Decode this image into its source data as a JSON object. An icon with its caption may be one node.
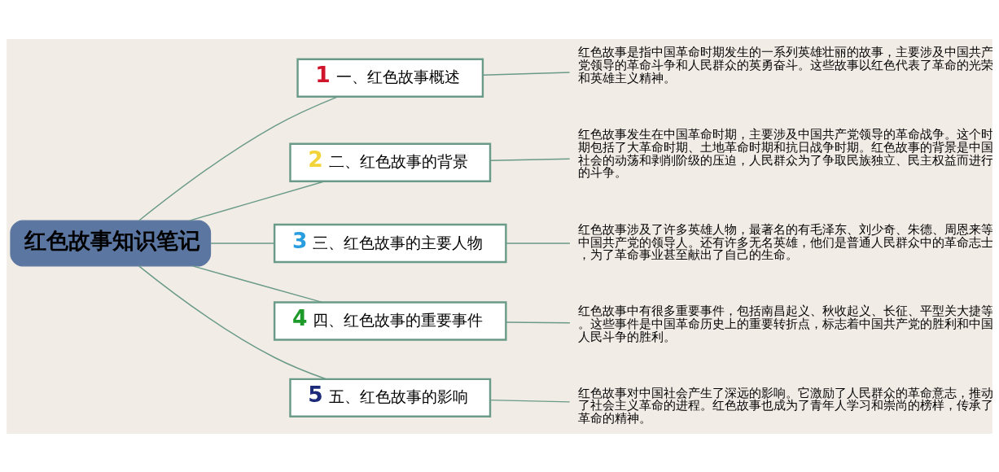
{
  "diagram": {
    "nodes": [
      {
        "text": [
          "红色故事知识笔记"
        ]
      },
      {
        "text": [
          "1",
          "一、红色故事概述"
        ]
      },
      {
        "text": [
          "2",
          "二、红色故事的背景"
        ]
      },
      {
        "text": [
          "3",
          "三、红色故事的主要人物"
        ]
      },
      {
        "text": [
          "4",
          "四、红色故事的重要事件"
        ]
      },
      {
        "text": [
          "5",
          "五、红色故事的影响"
        ]
      },
      {
        "text": [
          "红色故事是指中国革命时期发生的一系列英雄壮丽的故事，主要涉及中国共产党领导的革命斗争和人民群众的英勇奋斗。这些故事以红色代表了革命的光荣和英雄主义精神。"
        ]
      },
      {
        "text": [
          "红色故事发生在中国革命时期，主要涉及中国共产党领导的革命战争。这个时期包括了大革命时期、土地革命时期和抗日战争时期。红色故事的背景是中国社会的动荡和剥削阶级的压迫，人民群众为了争取民族独立、民主权益而进行的斗争。"
        ]
      },
      {
        "text": [
          "红色故事涉及了许多英雄人物，最著名的有毛泽东、刘少奇、朱德、周恩来等中国共产党的领导人。还有许多无名英雄，他们是普通人民群众中的革命志士，为了革命事业甚至献出了自己的生命。"
        ]
      },
      {
        "text": [
          "红色故事中有很多重要事件，包括南昌起义、秋收起义、长征、平型关大捷等。这些事件是中国革命历史上的重要转折点，标志着中国共产党的胜利和中国人民斗争的胜利。"
        ]
      },
      {
        "text": [
          "红色故事对中国社会产生了深远的影响。它激励了人民群众的革命意志，推动了社会主义革命的进程。红色故事也成为了青年人学习和崇尚的榜样，传承了革命的精神。"
        ]
      }
    ],
    "edges": [
      {
        "from": 0,
        "to": 1,
        "arrow": "none"
      },
      {
        "from": 0,
        "to": 2,
        "arrow": "none"
      },
      {
        "from": 0,
        "to": 3,
        "arrow": "none"
      },
      {
        "from": 0,
        "to": 4,
        "arrow": "none"
      },
      {
        "from": 0,
        "to": 5,
        "arrow": "none"
      },
      {
        "from": 1,
        "to": 6,
        "arrow": "none"
      },
      {
        "from": 2,
        "to": 7,
        "arrow": "none"
      },
      {
        "from": 3,
        "to": 8,
        "arrow": "none"
      },
      {
        "from": 4,
        "to": 9,
        "arrow": "none"
      },
      {
        "from": 5,
        "to": 10,
        "arrow": "none"
      }
    ]
  }
}
